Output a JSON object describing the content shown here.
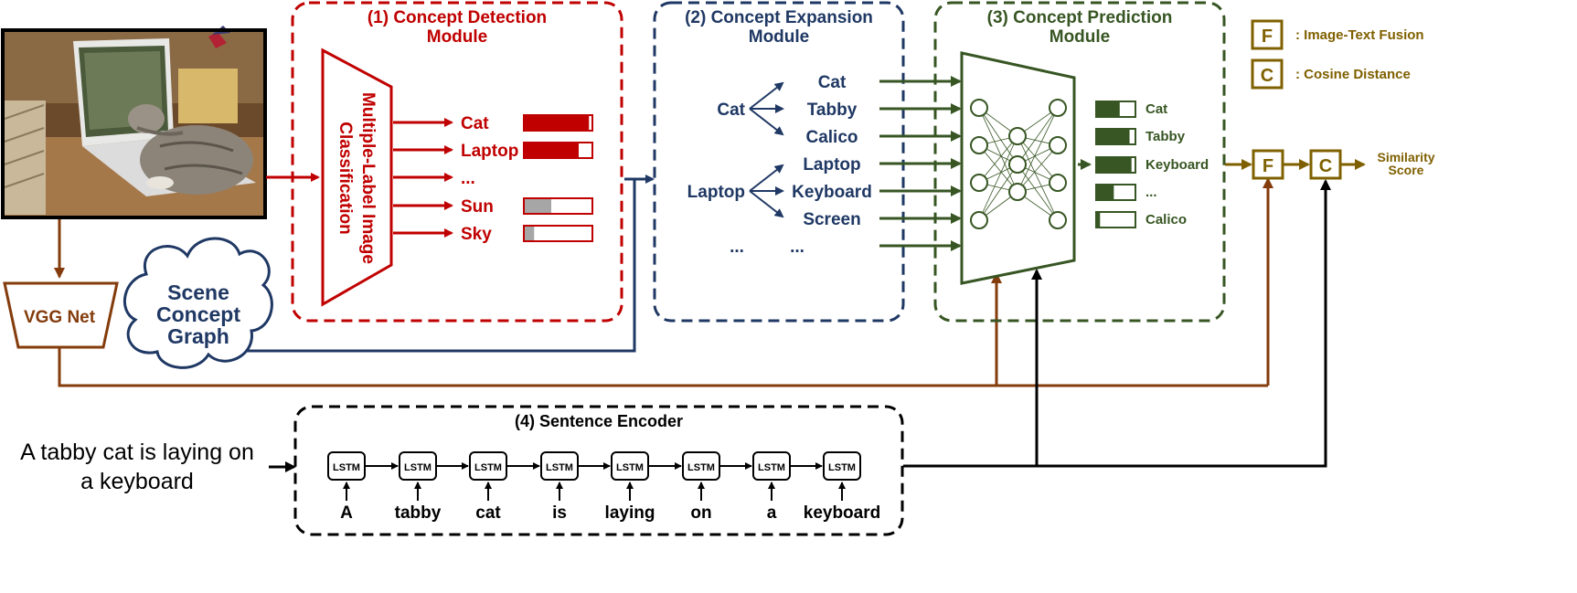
{
  "photo": {
    "description": ""
  },
  "vgg": {
    "label": "VGG Net"
  },
  "scene_graph": {
    "line1": "Scene",
    "line2": "Concept",
    "line3": "Graph"
  },
  "module1": {
    "title_line1": "(1) Concept Detection",
    "title_line2": "Module",
    "classifier_line1": "Multiple-Label Image",
    "classifier_line2": "Classification",
    "concepts": [
      {
        "label": "Cat",
        "fill": 0.95
      },
      {
        "label": "Laptop",
        "fill": 0.8
      },
      {
        "label": "...",
        "fill": null
      },
      {
        "label": "Sun",
        "fill": 0.4
      },
      {
        "label": "Sky",
        "fill": 0.15
      }
    ]
  },
  "module2": {
    "title_line1": "(2) Concept Expansion",
    "title_line2": "Module",
    "source_cat": "Cat",
    "source_laptop": "Laptop",
    "expanded": [
      "Cat",
      "Tabby",
      "Calico",
      "Laptop",
      "Keyboard",
      "Screen"
    ],
    "dots_left": "...",
    "dots_right": "..."
  },
  "module3": {
    "title_line1": "(3) Concept Prediction",
    "title_line2": "Module",
    "predictions": [
      {
        "label": "Cat",
        "fill": 0.6
      },
      {
        "label": "Tabby",
        "fill": 0.85
      },
      {
        "label": "Keyboard",
        "fill": 0.9
      },
      {
        "label": "...",
        "fill": 0.45
      },
      {
        "label": "Calico",
        "fill": 0.1
      }
    ]
  },
  "legend": {
    "f_symbol": "F",
    "f_text": ": Image-Text Fusion",
    "c_symbol": "C",
    "c_text": ": Cosine Distance"
  },
  "fusion": {
    "f": "F",
    "c": "C",
    "score_line1": "Similarity",
    "score_line2": "Score"
  },
  "module4": {
    "title": "(4) Sentence Encoder",
    "cell_label": "LSTM",
    "words": [
      "A",
      "tabby",
      "cat",
      "is",
      "laying",
      "on",
      "a",
      "keyboard"
    ]
  },
  "sentence": {
    "line1": "A tabby cat is laying on",
    "line2": "a keyboard"
  },
  "colors": {
    "red": "#c00000",
    "blue": "#1f3864",
    "green": "#375623",
    "brown": "#843c0c",
    "gold": "#7f6000",
    "bar_gray": "#a6a6a6"
  }
}
